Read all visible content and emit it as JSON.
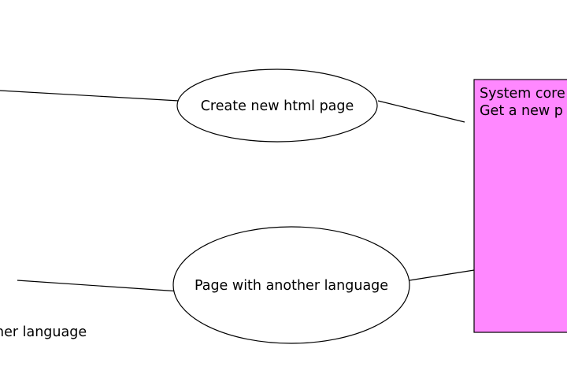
{
  "use_cases": [
    {
      "label": "Create new html page"
    },
    {
      "label": "Page with another language"
    }
  ],
  "system_core": {
    "lines": [
      "System core",
      "Get a new p"
    ],
    "fill_color": "#ff88ff"
  },
  "actor_label": "her language"
}
